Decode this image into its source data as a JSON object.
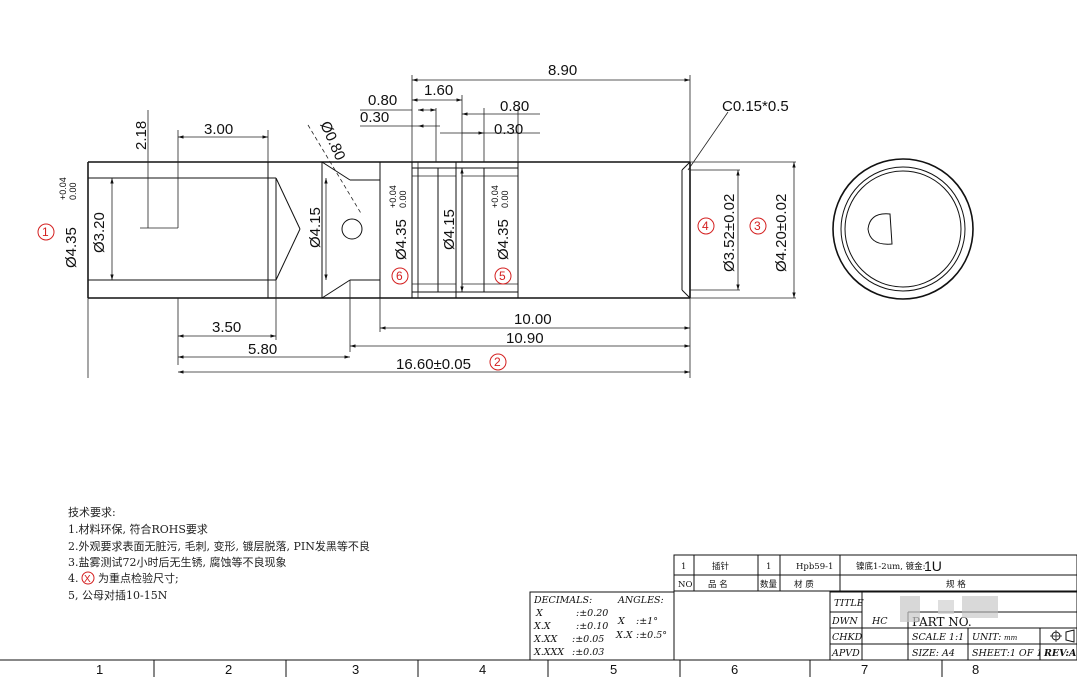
{
  "dimensions": {
    "overall_length": "8.90",
    "d_160": "1.60",
    "d_080a": "0.80",
    "d_030a": "0.30",
    "d_080b": "0.80",
    "d_030b": "0.30",
    "d_218": "2.18",
    "d_300": "3.00",
    "d_ang": "Ø0.80",
    "chamfer": "C0.15*0.5",
    "dia1": "Ø4.35",
    "dia1_tol_up": "+0.04",
    "dia1_tol_lo": "0.00",
    "dia_bore": "Ø3.20",
    "dia_415a": "Ø4.15",
    "dia_435b": "Ø4.35",
    "dia_435b_up": "+0.04",
    "dia_435b_lo": "0.00",
    "dia_415b": "Ø4.15",
    "dia_435c": "Ø4.35",
    "dia_435c_up": "+0.04",
    "dia_435c_lo": "0.00",
    "dia_352": "Ø3.52±0.02",
    "dia_420": "Ø4.20±0.02",
    "len_1000": "10.00",
    "len_350": "3.50",
    "len_1090": "10.90",
    "len_580": "5.80",
    "len_total": "16.60±0.05"
  },
  "balloons": {
    "b1": "1",
    "b2": "2",
    "b3": "3",
    "b4": "4",
    "b5": "5",
    "b6": "6"
  },
  "notes": {
    "title": "技术要求:",
    "n1": "1.材料环保, 符合ROHS要求",
    "n2": "2.外观要求表面无脏污, 毛刺, 变形, 镀层脱落, PIN发黑等不良",
    "n3": "3.盐雾测试72小时后无生锈, 腐蚀等不良现象",
    "n4_pre": "4.",
    "n4_mark": "X",
    "n4_post": "为重点检验尺寸;",
    "n5": "5, 公母对插10-15N"
  },
  "tolerances": {
    "decimals": "DECIMALS:",
    "angles": "ANGLES:",
    "x": "X",
    "x_v": ":±0.20",
    "xx": "X.X",
    "xx_v": ":±0.10",
    "xxx": "X.XX",
    "xxx_v": ":±0.05",
    "xxxx": "X.XXX",
    "xxxx_v": ":±0.03",
    "ax": "X",
    "ax_v": ":±1°",
    "axx": "X.X",
    "axx_v": ":±0.5°"
  },
  "bom": {
    "row_no": "1",
    "row_name": "插针",
    "row_qty": "1",
    "row_mat": "Hpb59-1",
    "row_spec": "镍底1-2um, 镀金:",
    "row_spec_big": "1U",
    "h_no": "NO",
    "h_name": "品 名",
    "h_qty": "数量",
    "h_mat": "材 质",
    "h_spec": "规 格"
  },
  "title_block": {
    "title": "TITLE",
    "dwn": "DWN",
    "dwn_v": "HC",
    "part_no": "PART NO.",
    "chkd": "CHKD",
    "scale": "SCALE 1:1",
    "unit": "UNIT:",
    "unit_v": "mm",
    "apvd": "APVD",
    "size": "SIZE: A4",
    "sheet": "SHEET:1 OF 1",
    "rev": "REV:A"
  },
  "grid": [
    "1",
    "2",
    "3",
    "4",
    "5",
    "6",
    "7",
    "8"
  ]
}
